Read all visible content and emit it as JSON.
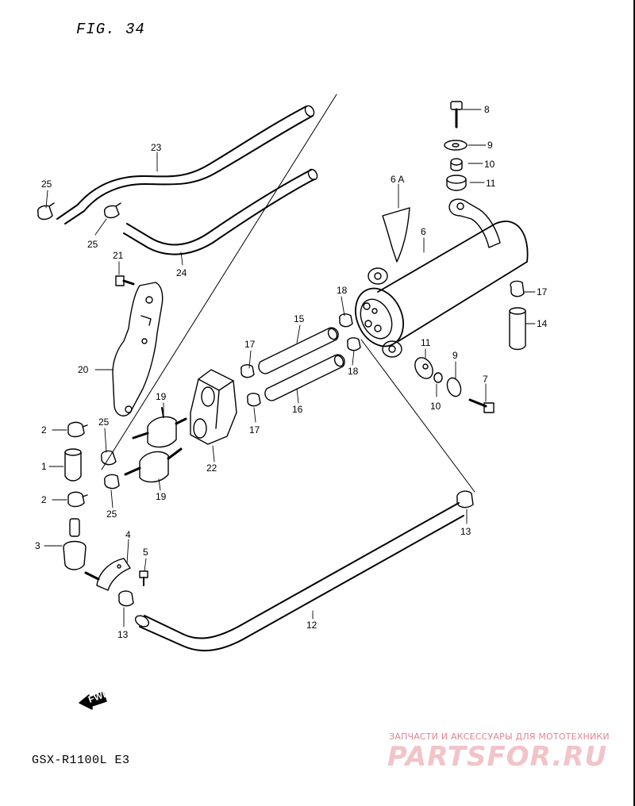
{
  "figure_title": "FIG. 34",
  "model_code": "GSX-R1100L  E3",
  "fwd_label": "FWD",
  "watermark": {
    "tagline": "ЗАПЧАСТИ И АКСЕССУАРЫ ДЛЯ МОТОТЕХНИКИ",
    "logo": "PARTSFOR.RU",
    "color": "#e2858f"
  },
  "callouts": {
    "c1": "1",
    "c2a": "2",
    "c2b": "2",
    "c3": "3",
    "c4": "4",
    "c5": "5",
    "c6": "6",
    "c6a": "6  A",
    "c7": "7",
    "c8": "8",
    "c9a": "9",
    "c9b": "9",
    "c10a": "10",
    "c10b": "10",
    "c11a": "11",
    "c11b": "11",
    "c12": "12",
    "c13a": "13",
    "c13b": "13",
    "c14": "14",
    "c15": "15",
    "c16": "16",
    "c17a": "17",
    "c17b": "17",
    "c17c": "17",
    "c18a": "18",
    "c18b": "18",
    "c19a": "19",
    "c19b": "19",
    "c20": "20",
    "c21": "21",
    "c22": "22",
    "c23": "23",
    "c24": "24",
    "c25a": "25",
    "c25b": "25",
    "c25c": "25",
    "c25d": "25"
  }
}
